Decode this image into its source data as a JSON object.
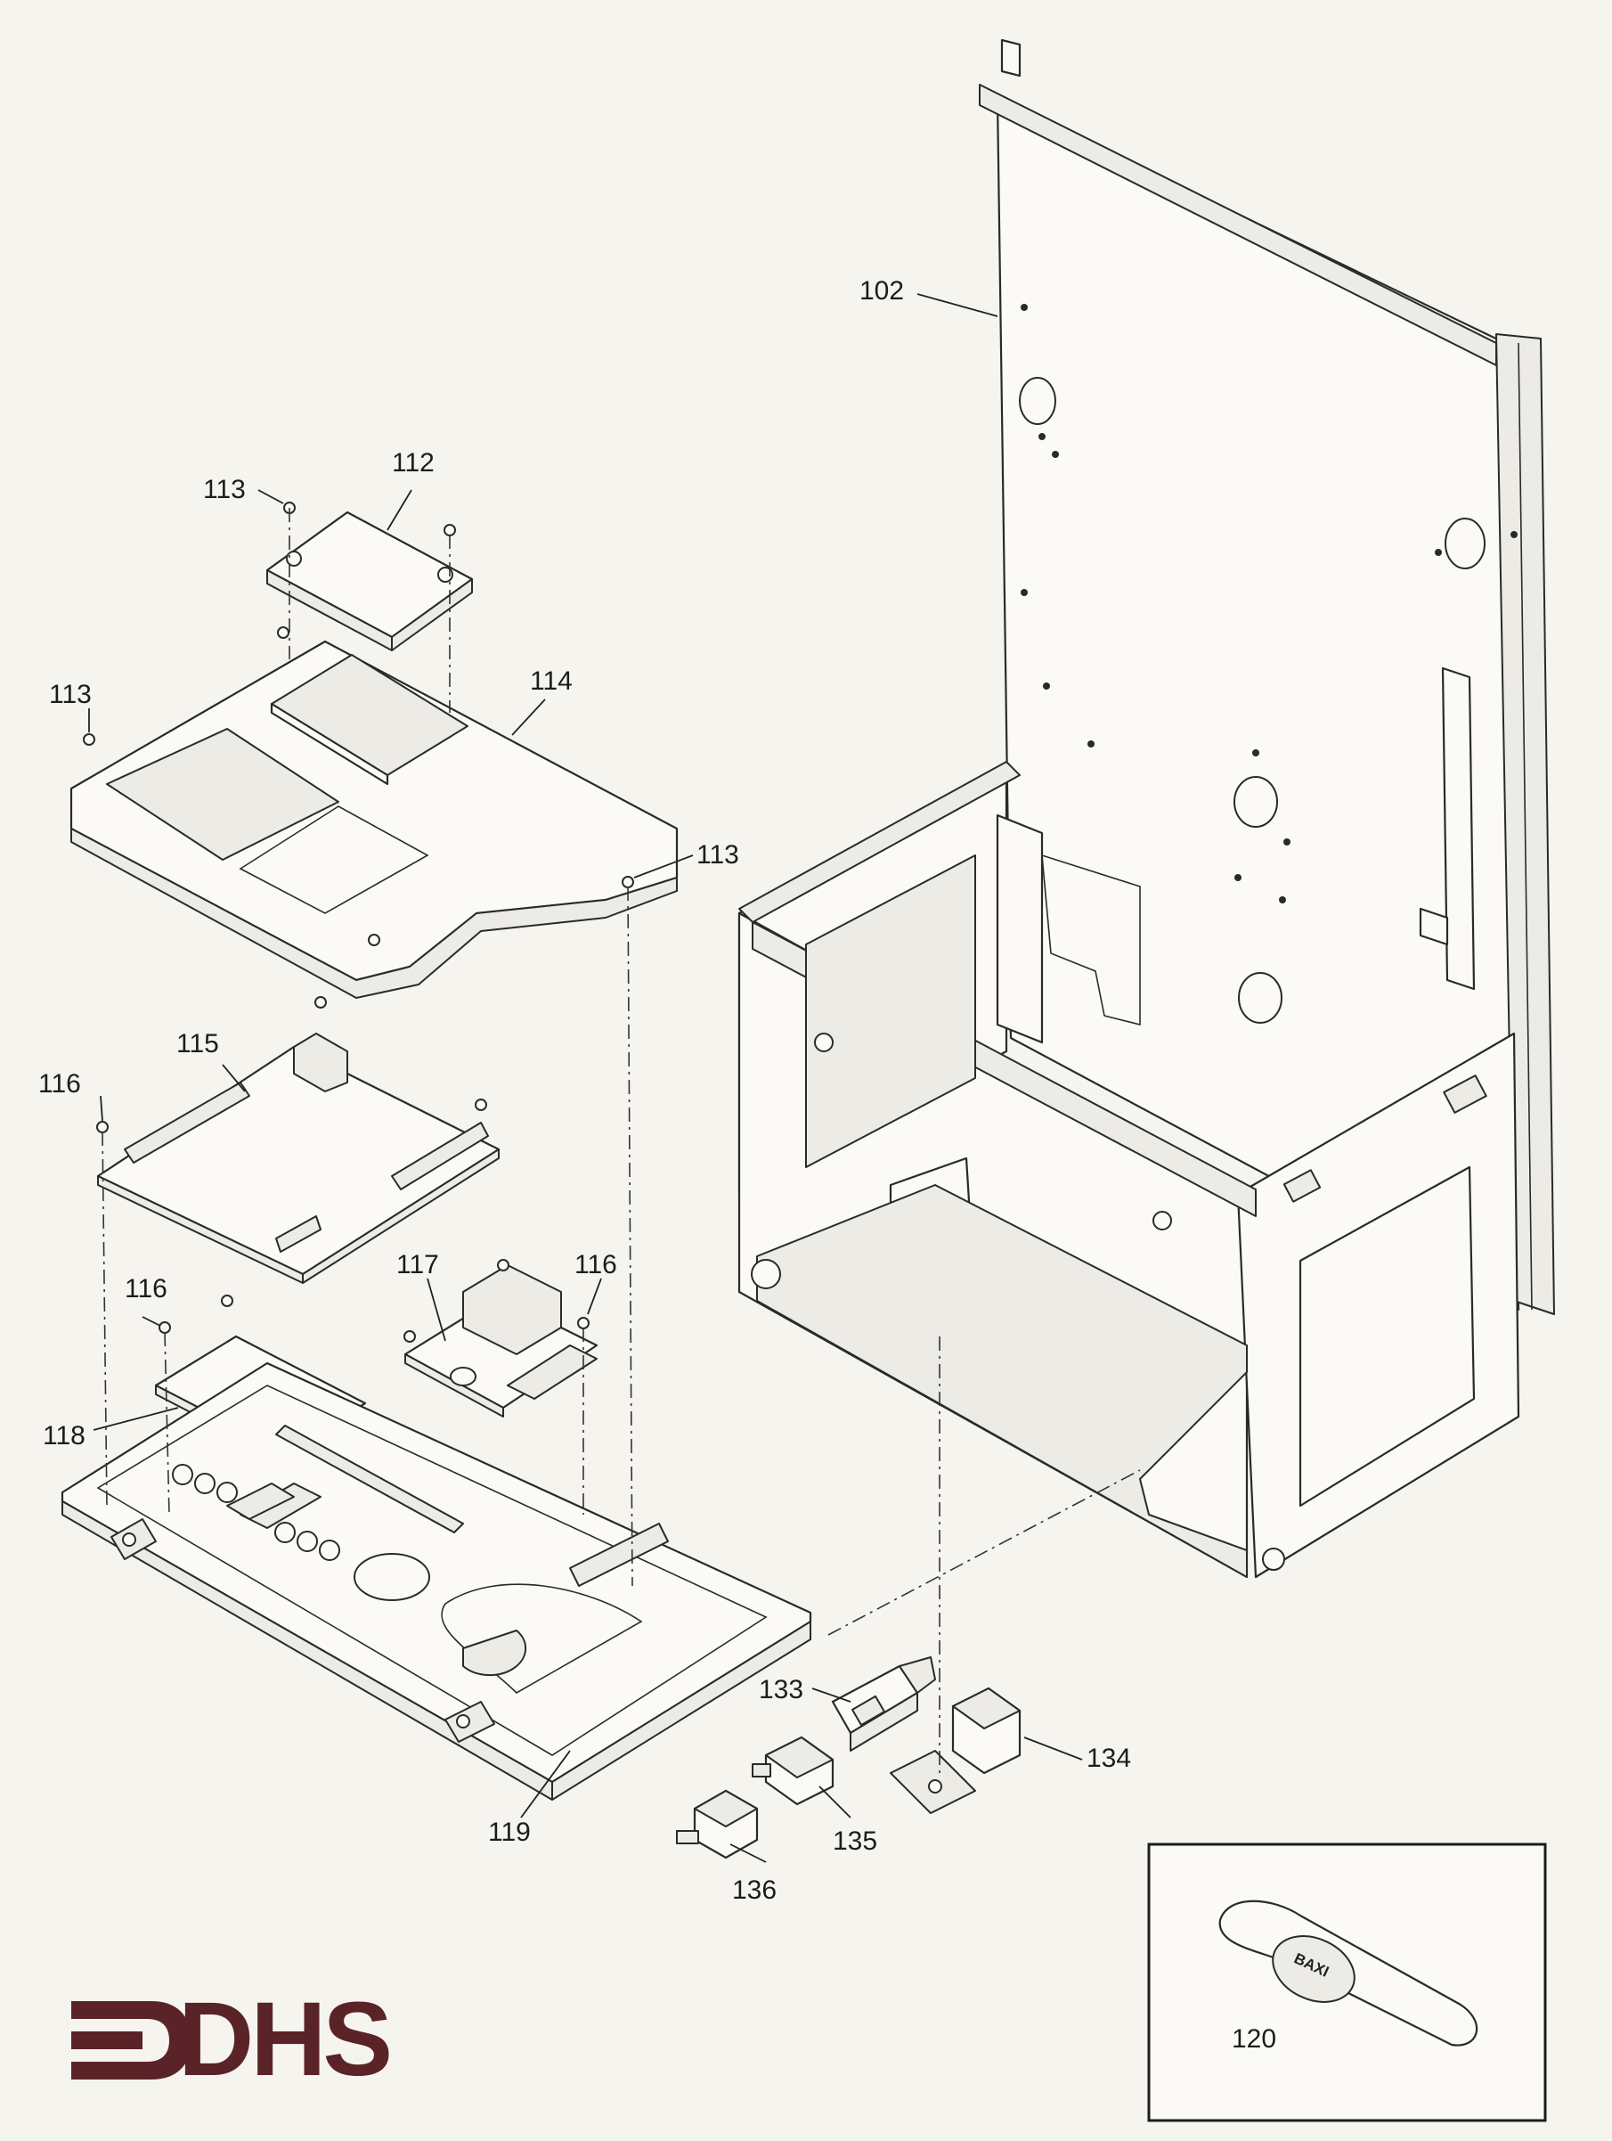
{
  "callouts": [
    {
      "id": "c102",
      "text": "102"
    },
    {
      "id": "c112",
      "text": "112"
    },
    {
      "id": "c113a",
      "text": "113"
    },
    {
      "id": "c113b",
      "text": "113"
    },
    {
      "id": "c113c",
      "text": "113"
    },
    {
      "id": "c114",
      "text": "114"
    },
    {
      "id": "c115",
      "text": "115"
    },
    {
      "id": "c116a",
      "text": "116"
    },
    {
      "id": "c116b",
      "text": "116"
    },
    {
      "id": "c116c",
      "text": "116"
    },
    {
      "id": "c117",
      "text": "117"
    },
    {
      "id": "c118",
      "text": "118"
    },
    {
      "id": "c119",
      "text": "119"
    },
    {
      "id": "c120",
      "text": "120"
    },
    {
      "id": "c133",
      "text": "133"
    },
    {
      "id": "c134",
      "text": "134"
    },
    {
      "id": "c135",
      "text": "135"
    },
    {
      "id": "c136",
      "text": "136"
    }
  ],
  "logo": {
    "text": "DHS",
    "color": "#5a2328"
  },
  "badge": {
    "text": "BAXI"
  }
}
